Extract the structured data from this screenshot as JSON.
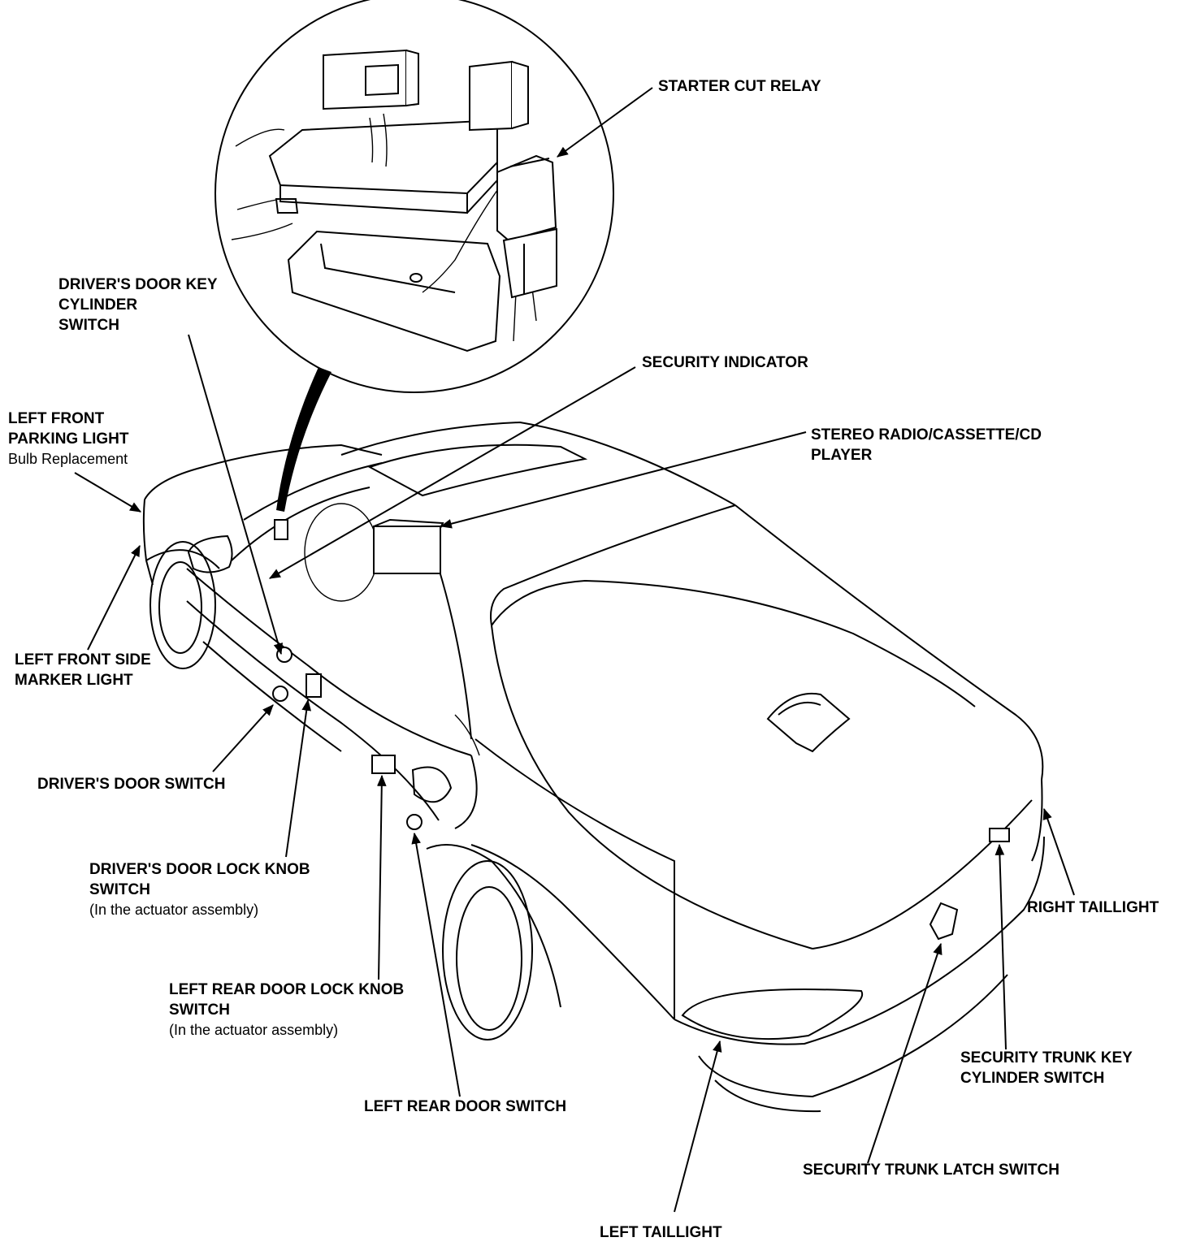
{
  "labels": {
    "starter_cut_relay": "STARTER CUT RELAY",
    "drivers_door_key_cylinder_switch": [
      "DRIVER'S DOOR KEY",
      "CYLINDER",
      "SWITCH"
    ],
    "security_indicator": "SECURITY INDICATOR",
    "stereo_radio": [
      "STEREO RADIO/CASSETTE/CD",
      "PLAYER"
    ],
    "left_front_parking_light": [
      "LEFT FRONT",
      "PARKING LIGHT"
    ],
    "left_front_parking_light_note": "Bulb Replacement",
    "left_front_side_marker_light": [
      "LEFT FRONT SIDE",
      "MARKER LIGHT"
    ],
    "drivers_door_switch": "DRIVER'S DOOR SWITCH",
    "drivers_door_lock_knob_switch": [
      "DRIVER'S DOOR LOCK KNOB",
      "SWITCH"
    ],
    "drivers_door_lock_knob_note": "(In the actuator assembly)",
    "left_rear_door_lock_knob_switch": [
      "LEFT REAR DOOR LOCK KNOB",
      "SWITCH"
    ],
    "left_rear_door_lock_knob_note": "(In the actuator assembly)",
    "left_rear_door_switch": "LEFT REAR DOOR SWITCH",
    "right_taillight": "RIGHT TAILLIGHT",
    "security_trunk_key_cylinder_switch": [
      "SECURITY TRUNK KEY",
      "CYLINDER SWITCH"
    ],
    "security_trunk_latch_switch": "SECURITY TRUNK LATCH SWITCH",
    "left_taillight": "LEFT TAILLIGHT"
  }
}
